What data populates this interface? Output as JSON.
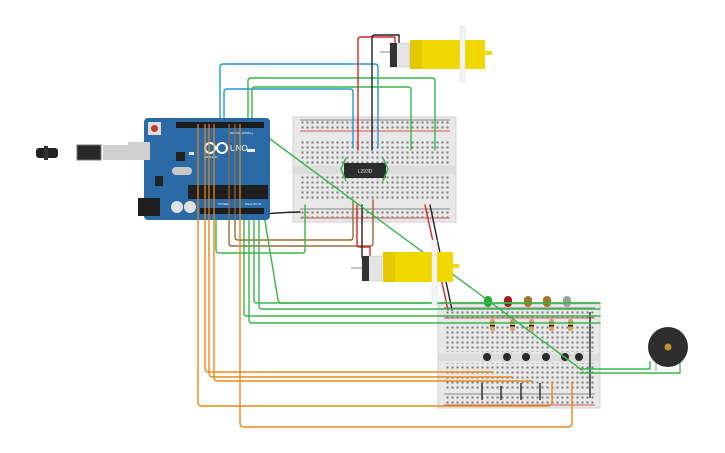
{
  "arduino": {
    "brand": "UNO",
    "logo_text": "ARDUINO",
    "header_digital": "DIGITAL (PWM~)",
    "header_power": "POWER",
    "header_analog": "ANALOG IN",
    "board_color": "#2a6aa6"
  },
  "driver_chip": {
    "label": "L293D"
  },
  "components": {
    "leds": [
      {
        "name": "led-green",
        "color": "#2aa534"
      },
      {
        "name": "led-red",
        "color": "#9c1f24"
      },
      {
        "name": "led-orange-1",
        "color": "#a8712a"
      },
      {
        "name": "led-orange-2",
        "color": "#a8712a"
      },
      {
        "name": "led-white",
        "color": "#9e9e9e"
      }
    ],
    "pushbutton_count": 6,
    "resistor_count": 5,
    "motor_count": 2,
    "buzzer": "piezo"
  },
  "wire_colors": {
    "green": "#3ab54a",
    "orange": "#e8891c",
    "blue": "#2896d3",
    "red": "#d62728",
    "black": "#222222",
    "brown": "#9b6b3d"
  }
}
